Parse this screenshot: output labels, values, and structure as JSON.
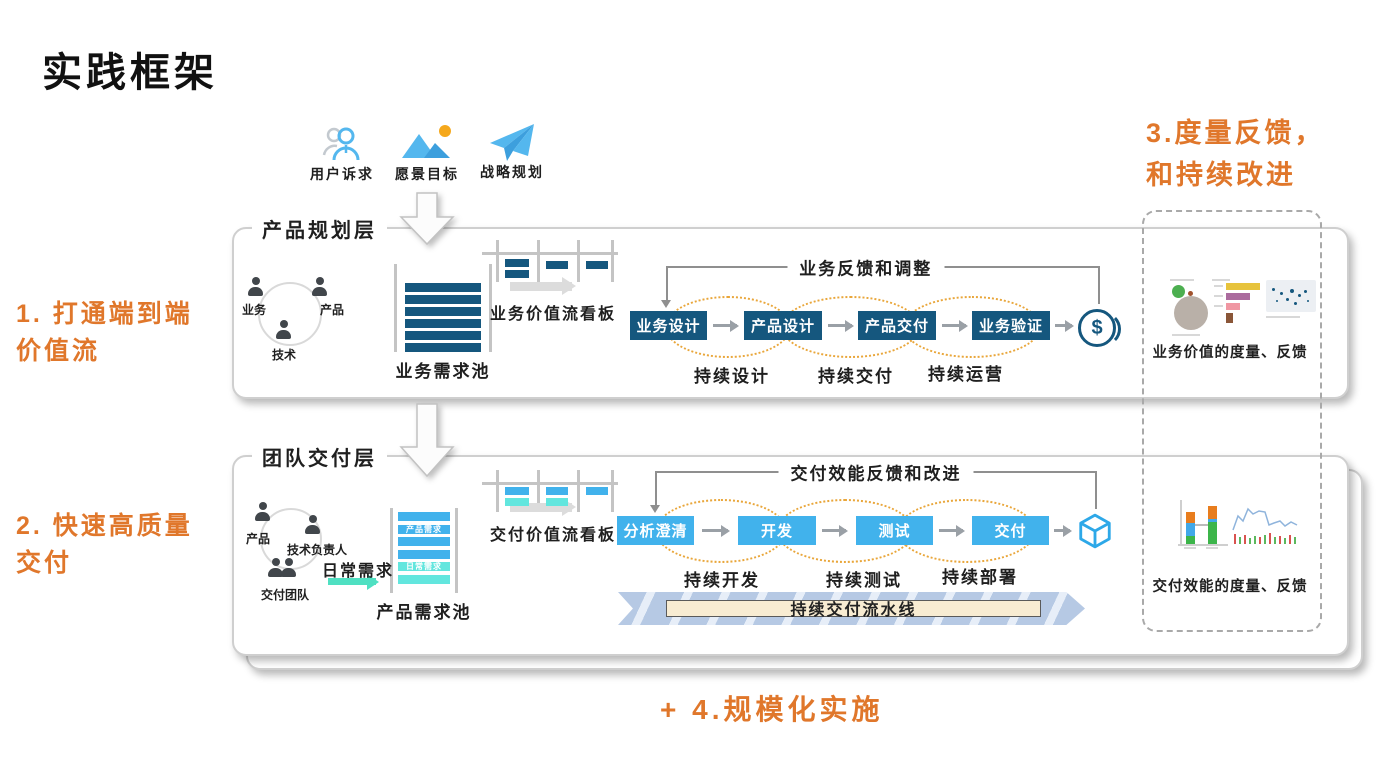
{
  "title": "实践框架",
  "colors": {
    "accent_orange": "#E0772B",
    "navy": "#15577E",
    "sky_blue": "#41B2EC",
    "cyan": "#62E6DE",
    "teal_arrow": "#4FE0C2",
    "loop_gold": "#E9A63A",
    "pipeline_blue": "#B6C9E4",
    "pipeline_band": "#F8ECD2"
  },
  "inputs": {
    "user": "用户诉求",
    "vision": "愿景目标",
    "strategy": "战略规划"
  },
  "notes": {
    "n1a": "1. 打通端到端",
    "n1b": "价值流",
    "n2a": "2. 快速高质量",
    "n2b": "交付",
    "n3a": "3.度量反馈，",
    "n3b": "和持续改进",
    "n4": "+ 4.规模化实施"
  },
  "planning": {
    "title": "产品规划层",
    "role1": "业务",
    "role2": "产品",
    "role3": "技术",
    "pool": "业务需求池",
    "kanban": "业务价值流看板",
    "feedback": "业务反馈和调整",
    "step1": "业务设计",
    "step2": "产品设计",
    "step3": "产品交付",
    "step4": "业务验证",
    "loop1": "持续设计",
    "loop2": "持续交付",
    "loop3": "持续运营",
    "coin": "$",
    "measure": "业务价值的度量、反馈"
  },
  "delivery": {
    "title": "团队交付层",
    "role1": "产品",
    "role2": "技术负责人",
    "role3": "交付团队",
    "daily": "日常需求",
    "pool": "产品需求池",
    "tag_product": "产品需求",
    "tag_daily": "日常需求",
    "kanban": "交付价值流看板",
    "feedback": "交付效能反馈和改进",
    "step1": "分析澄清",
    "step2": "开发",
    "step3": "测试",
    "step4": "交付",
    "loop1": "持续开发",
    "loop2": "持续测试",
    "loop3": "持续部署",
    "pipeline": "持续交付流水线",
    "measure": "交付效能的度量、反馈"
  }
}
